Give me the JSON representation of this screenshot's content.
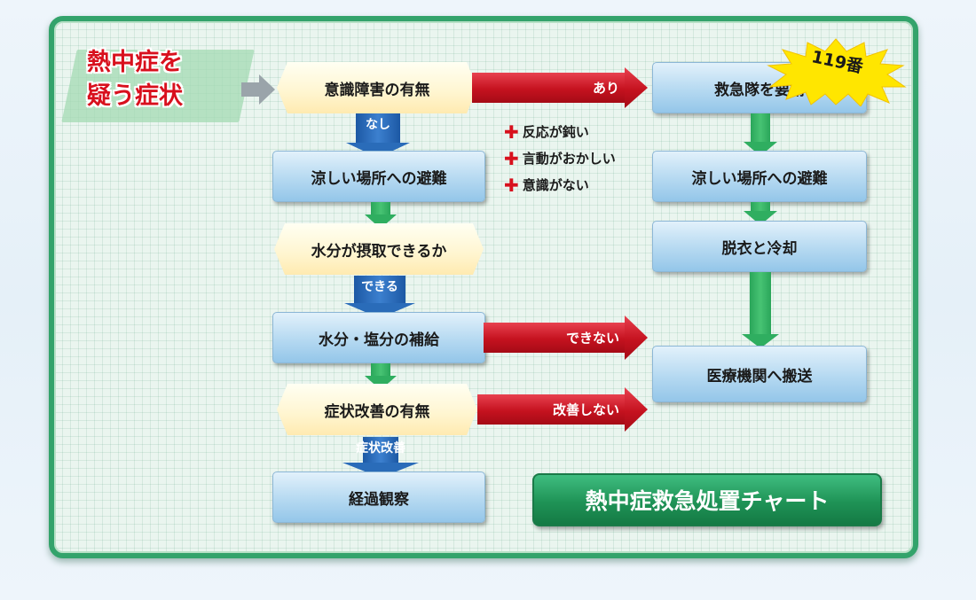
{
  "title": "熱中症救急処置チャート",
  "symptom_title": [
    "熱中症を",
    "疑う症状"
  ],
  "badge": "119番",
  "nodes": {
    "consciousness": "意識障害の有無",
    "cool_place_left": "涼しい場所への避難",
    "water_intake": "水分が摂取できるか",
    "water_salt": "水分・塩分の補給",
    "improvement": "症状改善の有無",
    "observe": "経過観察",
    "ambulance": "救急隊を要請",
    "cool_place_right": "涼しい場所への避難",
    "undress_cool": "脱衣と冷却",
    "hospital": "医療機関へ搬送"
  },
  "arrows": {
    "yes": "あり",
    "no": "なし",
    "can": "できる",
    "cannot": "できない",
    "not_improved": "改善しない",
    "improved": "症状改善"
  },
  "symptoms": [
    "反応が鈍い",
    "言動がおかしい",
    "意識がない"
  ],
  "colors": {
    "panel_border": "#33a36b",
    "red_arrow": "#c5121f",
    "blue_arrow": "#2a6cb9",
    "green_arrow": "#2fae60",
    "title_text_red": "#d8101d"
  }
}
